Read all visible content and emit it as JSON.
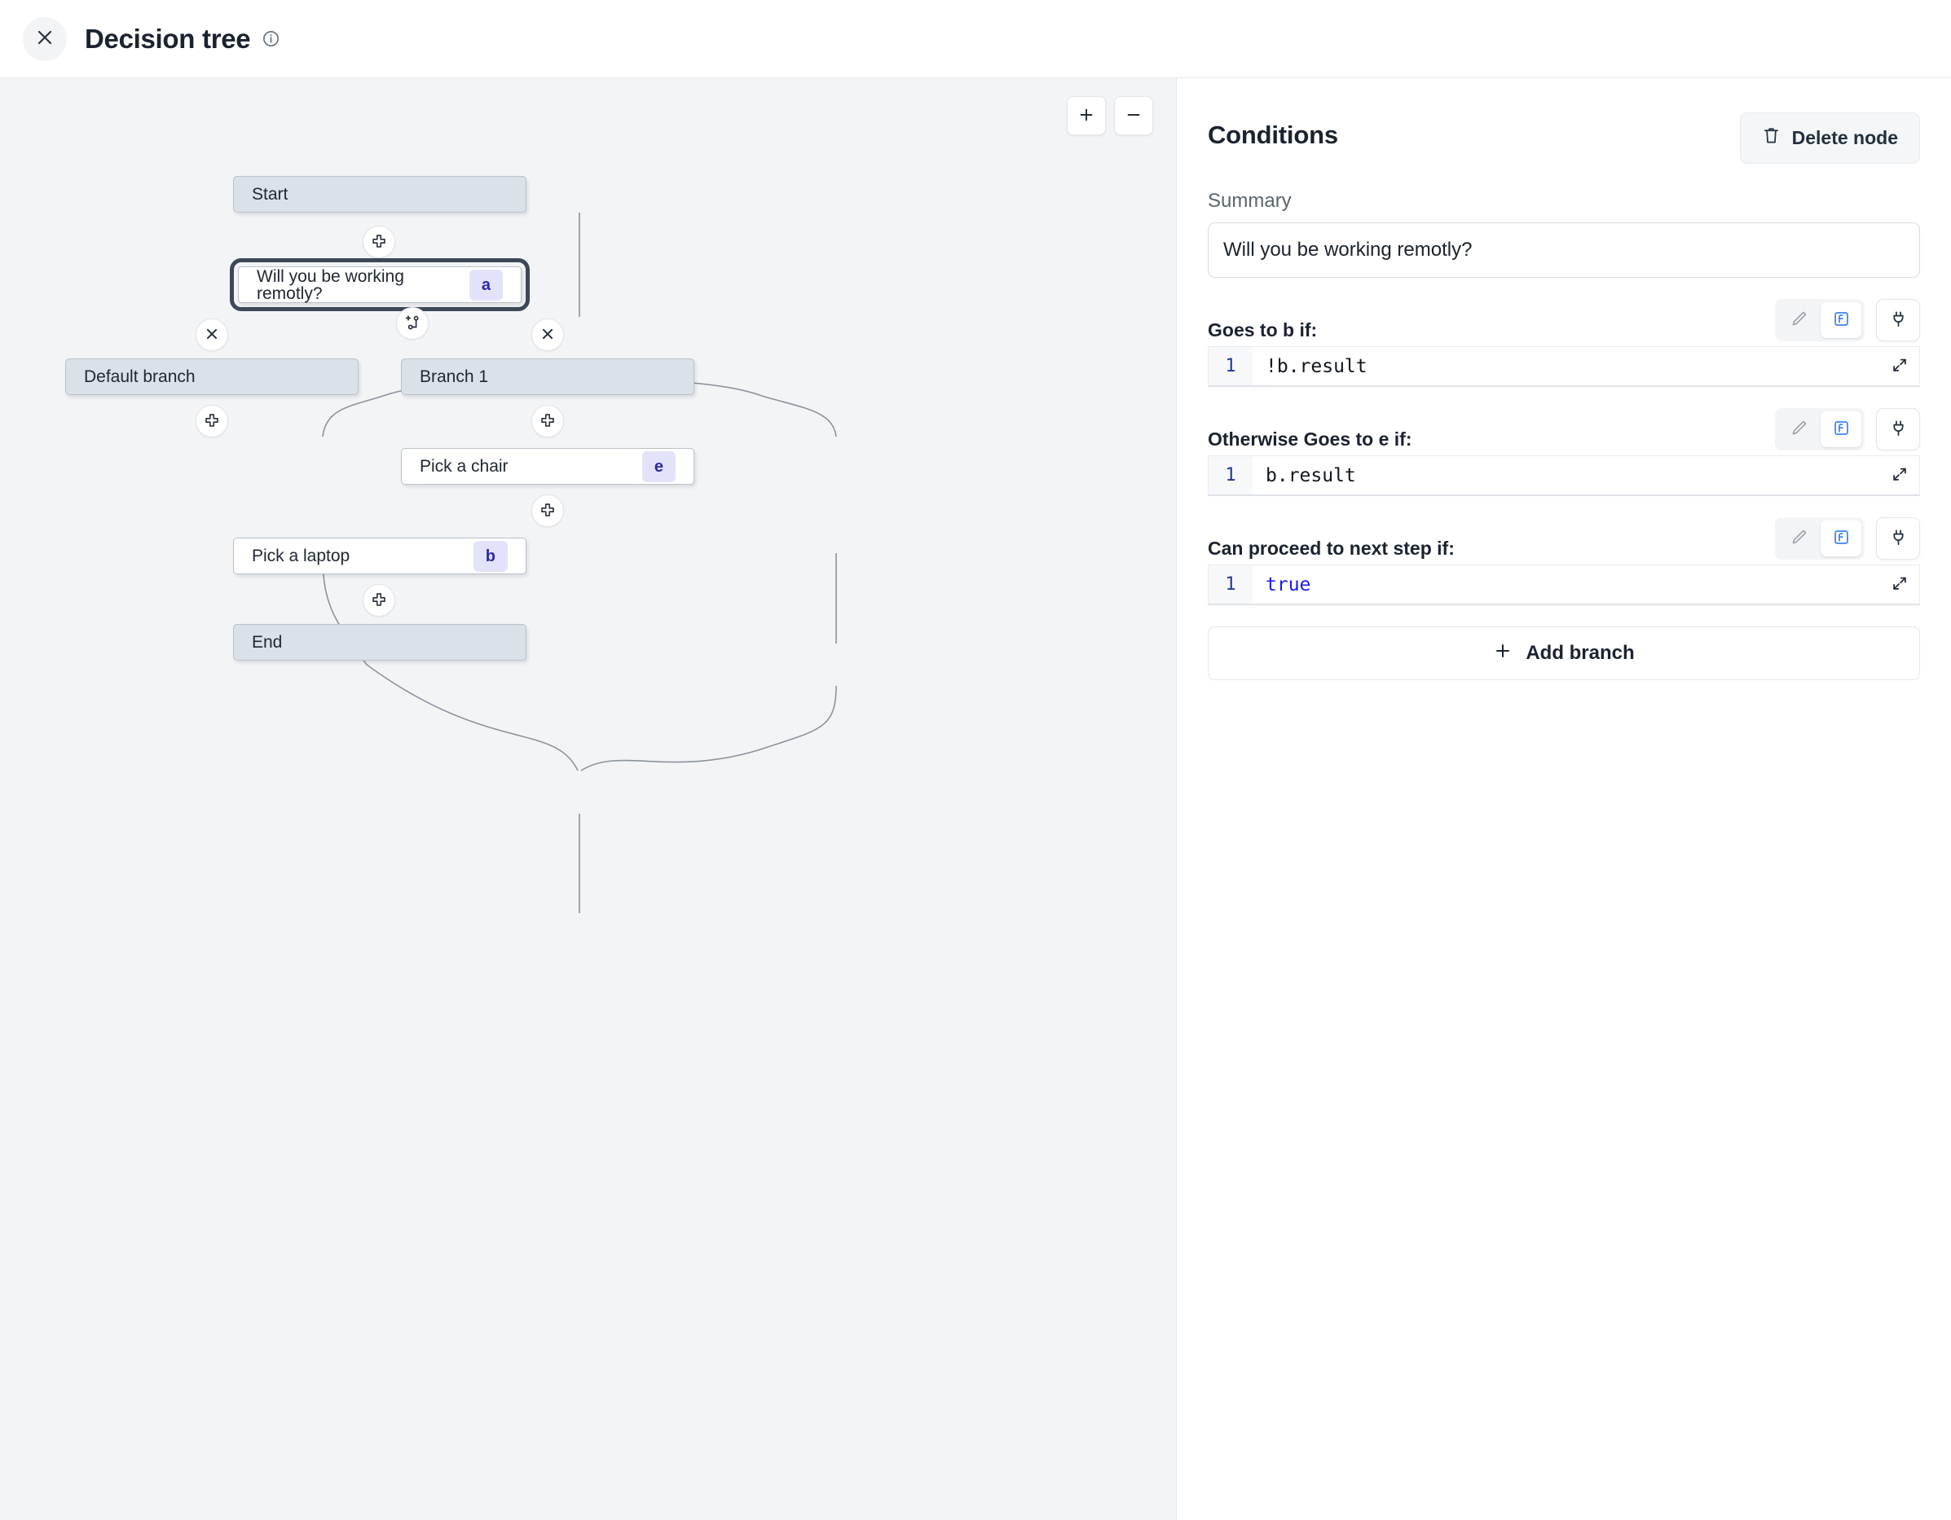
{
  "header": {
    "close_icon": "close-icon",
    "title": "Decision tree",
    "info_icon": "info-icon"
  },
  "canvas": {
    "zoom_in_label": "+",
    "zoom_out_label": "−",
    "nodes": [
      {
        "id": "start",
        "label": "Start",
        "type": "block",
        "badge": "",
        "selected": false
      },
      {
        "id": "a",
        "label": "Will you be working remotly?",
        "type": "step",
        "badge": "a",
        "selected": true
      },
      {
        "id": "def",
        "label": "Default branch",
        "type": "block",
        "badge": "",
        "selected": false
      },
      {
        "id": "br1",
        "label": "Branch 1",
        "type": "block",
        "badge": "",
        "selected": false
      },
      {
        "id": "e",
        "label": "Pick a chair",
        "type": "step",
        "badge": "e",
        "selected": false
      },
      {
        "id": "b",
        "label": "Pick a laptop",
        "type": "step",
        "badge": "b",
        "selected": false
      },
      {
        "id": "end",
        "label": "End",
        "type": "block",
        "badge": "",
        "selected": false
      }
    ],
    "edge_buttons": [
      {
        "name": "add-node-after-start",
        "icon": "plus-icon"
      },
      {
        "name": "add-branch-on-condition",
        "icon": "git-branch-plus-icon"
      },
      {
        "name": "delete-default-branch",
        "icon": "close-icon"
      },
      {
        "name": "delete-branch-1",
        "icon": "close-icon"
      },
      {
        "name": "add-node-after-default-branch",
        "icon": "plus-icon"
      },
      {
        "name": "add-node-after-branch-1",
        "icon": "plus-icon"
      },
      {
        "name": "add-node-after-pick-a-chair",
        "icon": "plus-icon"
      },
      {
        "name": "add-node-after-pick-a-laptop",
        "icon": "plus-icon"
      }
    ]
  },
  "panel": {
    "title": "Conditions",
    "delete_node_label": "Delete node",
    "delete_node_icon": "trash-icon",
    "summary_label": "Summary",
    "summary_value": "Will you be working remotly?",
    "conditions": [
      {
        "label": "Goes to b if:",
        "line_no": "1",
        "code": "!b.result",
        "keyword": false
      },
      {
        "label": "Otherwise Goes to e if:",
        "line_no": "1",
        "code": "b.result",
        "keyword": false
      },
      {
        "label": "Can proceed to next step if:",
        "line_no": "1",
        "code": "true",
        "keyword": true
      }
    ],
    "tool_icons": {
      "edit": "pencil-icon",
      "function": "function-icon",
      "connect": "plug-icon",
      "expand": "expand-icon"
    },
    "add_branch_label": "Add branch",
    "add_branch_icon": "plus-icon"
  },
  "colors": {
    "canvas_bg": "#f2f4f6",
    "block_node_bg": "#dbe1e8",
    "badge_bg": "#e2e3fb",
    "badge_text": "#2b2aa8",
    "accent_blue": "#3b82f6",
    "code_keyword": "#1c1cf0"
  }
}
